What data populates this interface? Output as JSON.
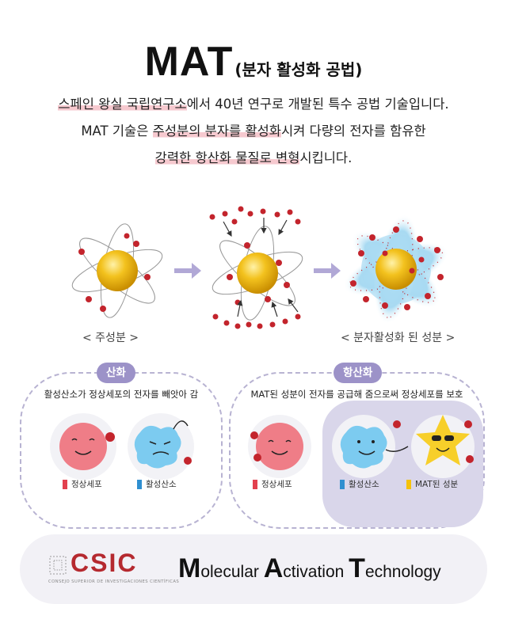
{
  "title": {
    "main": "MAT",
    "sub": "(분자 활성화 공법)"
  },
  "description": {
    "line1_hl": "스페인 왕실 국립연구소",
    "line1_rest": "에서 40년 연구로 개발된 특수 공법 기술입니다.",
    "line2_pre": "MAT 기술은 ",
    "line2_hl": "주성분의 분자를 활성화",
    "line2_rest": "시켜 다량의 전자를 함유한",
    "line3_hl": "강력한 항산화 물질로 변형",
    "line3_rest": "시킵니다."
  },
  "captions": {
    "left": "< 주성분 >",
    "right": "< 분자활성화 된 성분 >"
  },
  "oxidation": {
    "badge": "산화",
    "note": "활성산소가 정상세포의 전자를 빼앗아 감",
    "legend": [
      {
        "label": "정상세포",
        "color": "#e2404e"
      },
      {
        "label": "활성산소",
        "color": "#2f8fd0"
      }
    ]
  },
  "antioxidation": {
    "badge": "항산화",
    "note": "MAT된 성분이 전자를 공급해 줌으로써 정상세포를 보호",
    "legend": [
      {
        "label": "정상세포",
        "color": "#e2404e"
      },
      {
        "label": "활성산소",
        "color": "#2f8fd0"
      },
      {
        "label": "MAT된 성분",
        "color": "#f5c20a"
      }
    ]
  },
  "footer": {
    "logo_text": "CSIC",
    "logo_tagline": "CONSEJO SUPERIOR DE INVESTIGACIONES CIENTÍFICAS",
    "m_cap": "M",
    "m_rest": "olecular ",
    "a_cap": "A",
    "a_rest": "ctivation ",
    "t_cap": "T",
    "t_rest": "echnology"
  },
  "colors": {
    "accent": "#9c92c8",
    "highlight": "#f6c9cf",
    "brand": "#b5292f",
    "electron": "#c3242c",
    "nucleus": "#f3c21e"
  }
}
